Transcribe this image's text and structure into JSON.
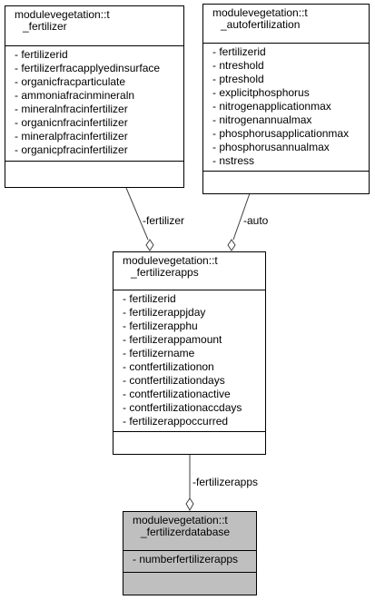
{
  "classes": {
    "fertilizer": {
      "title_line1": "modulevegetation::t",
      "title_line2": "_fertilizer",
      "attributes": [
        "- fertilizerid",
        "- fertilizerfracapplyedinsurface",
        "- organicfracparticulate",
        "- ammoniafracinmineraln",
        "- mineralnfracinfertilizer",
        "- organicnfracinfertilizer",
        "- mineralpfracinfertilizer",
        "- organicpfracinfertilizer"
      ]
    },
    "autofertilization": {
      "title_line1": "modulevegetation::t",
      "title_line2": "_autofertilization",
      "attributes": [
        "- fertilizerid",
        "- ntreshold",
        "- ptreshold",
        "- explicitphosphorus",
        "- nitrogenapplicationmax",
        "- nitrogenannualmax",
        "- phosphorusapplicationmax",
        "- phosphorusannualmax",
        "- nstress"
      ]
    },
    "fertilizerapps": {
      "title_line1": "modulevegetation::t",
      "title_line2": "_fertilizerapps",
      "attributes": [
        "- fertilizerid",
        "- fertilizerappjday",
        "- fertilizerapphu",
        "- fertilizerappamount",
        "- fertilizername",
        "- contfertilizationon",
        "- contfertilizationdays",
        "- contfertilizationactive",
        "- contfertilizationaccdays",
        "- fertilizerappoccurred"
      ]
    },
    "fertilizerdatabase": {
      "title_line1": "modulevegetation::t",
      "title_line2": "_fertilizerdatabase",
      "attributes": [
        "- numberfertilizerapps"
      ]
    }
  },
  "edges": {
    "fertilizer_label": "-fertilizer",
    "auto_label": "-auto",
    "fertilizerapps_label": "-fertilizerapps"
  }
}
